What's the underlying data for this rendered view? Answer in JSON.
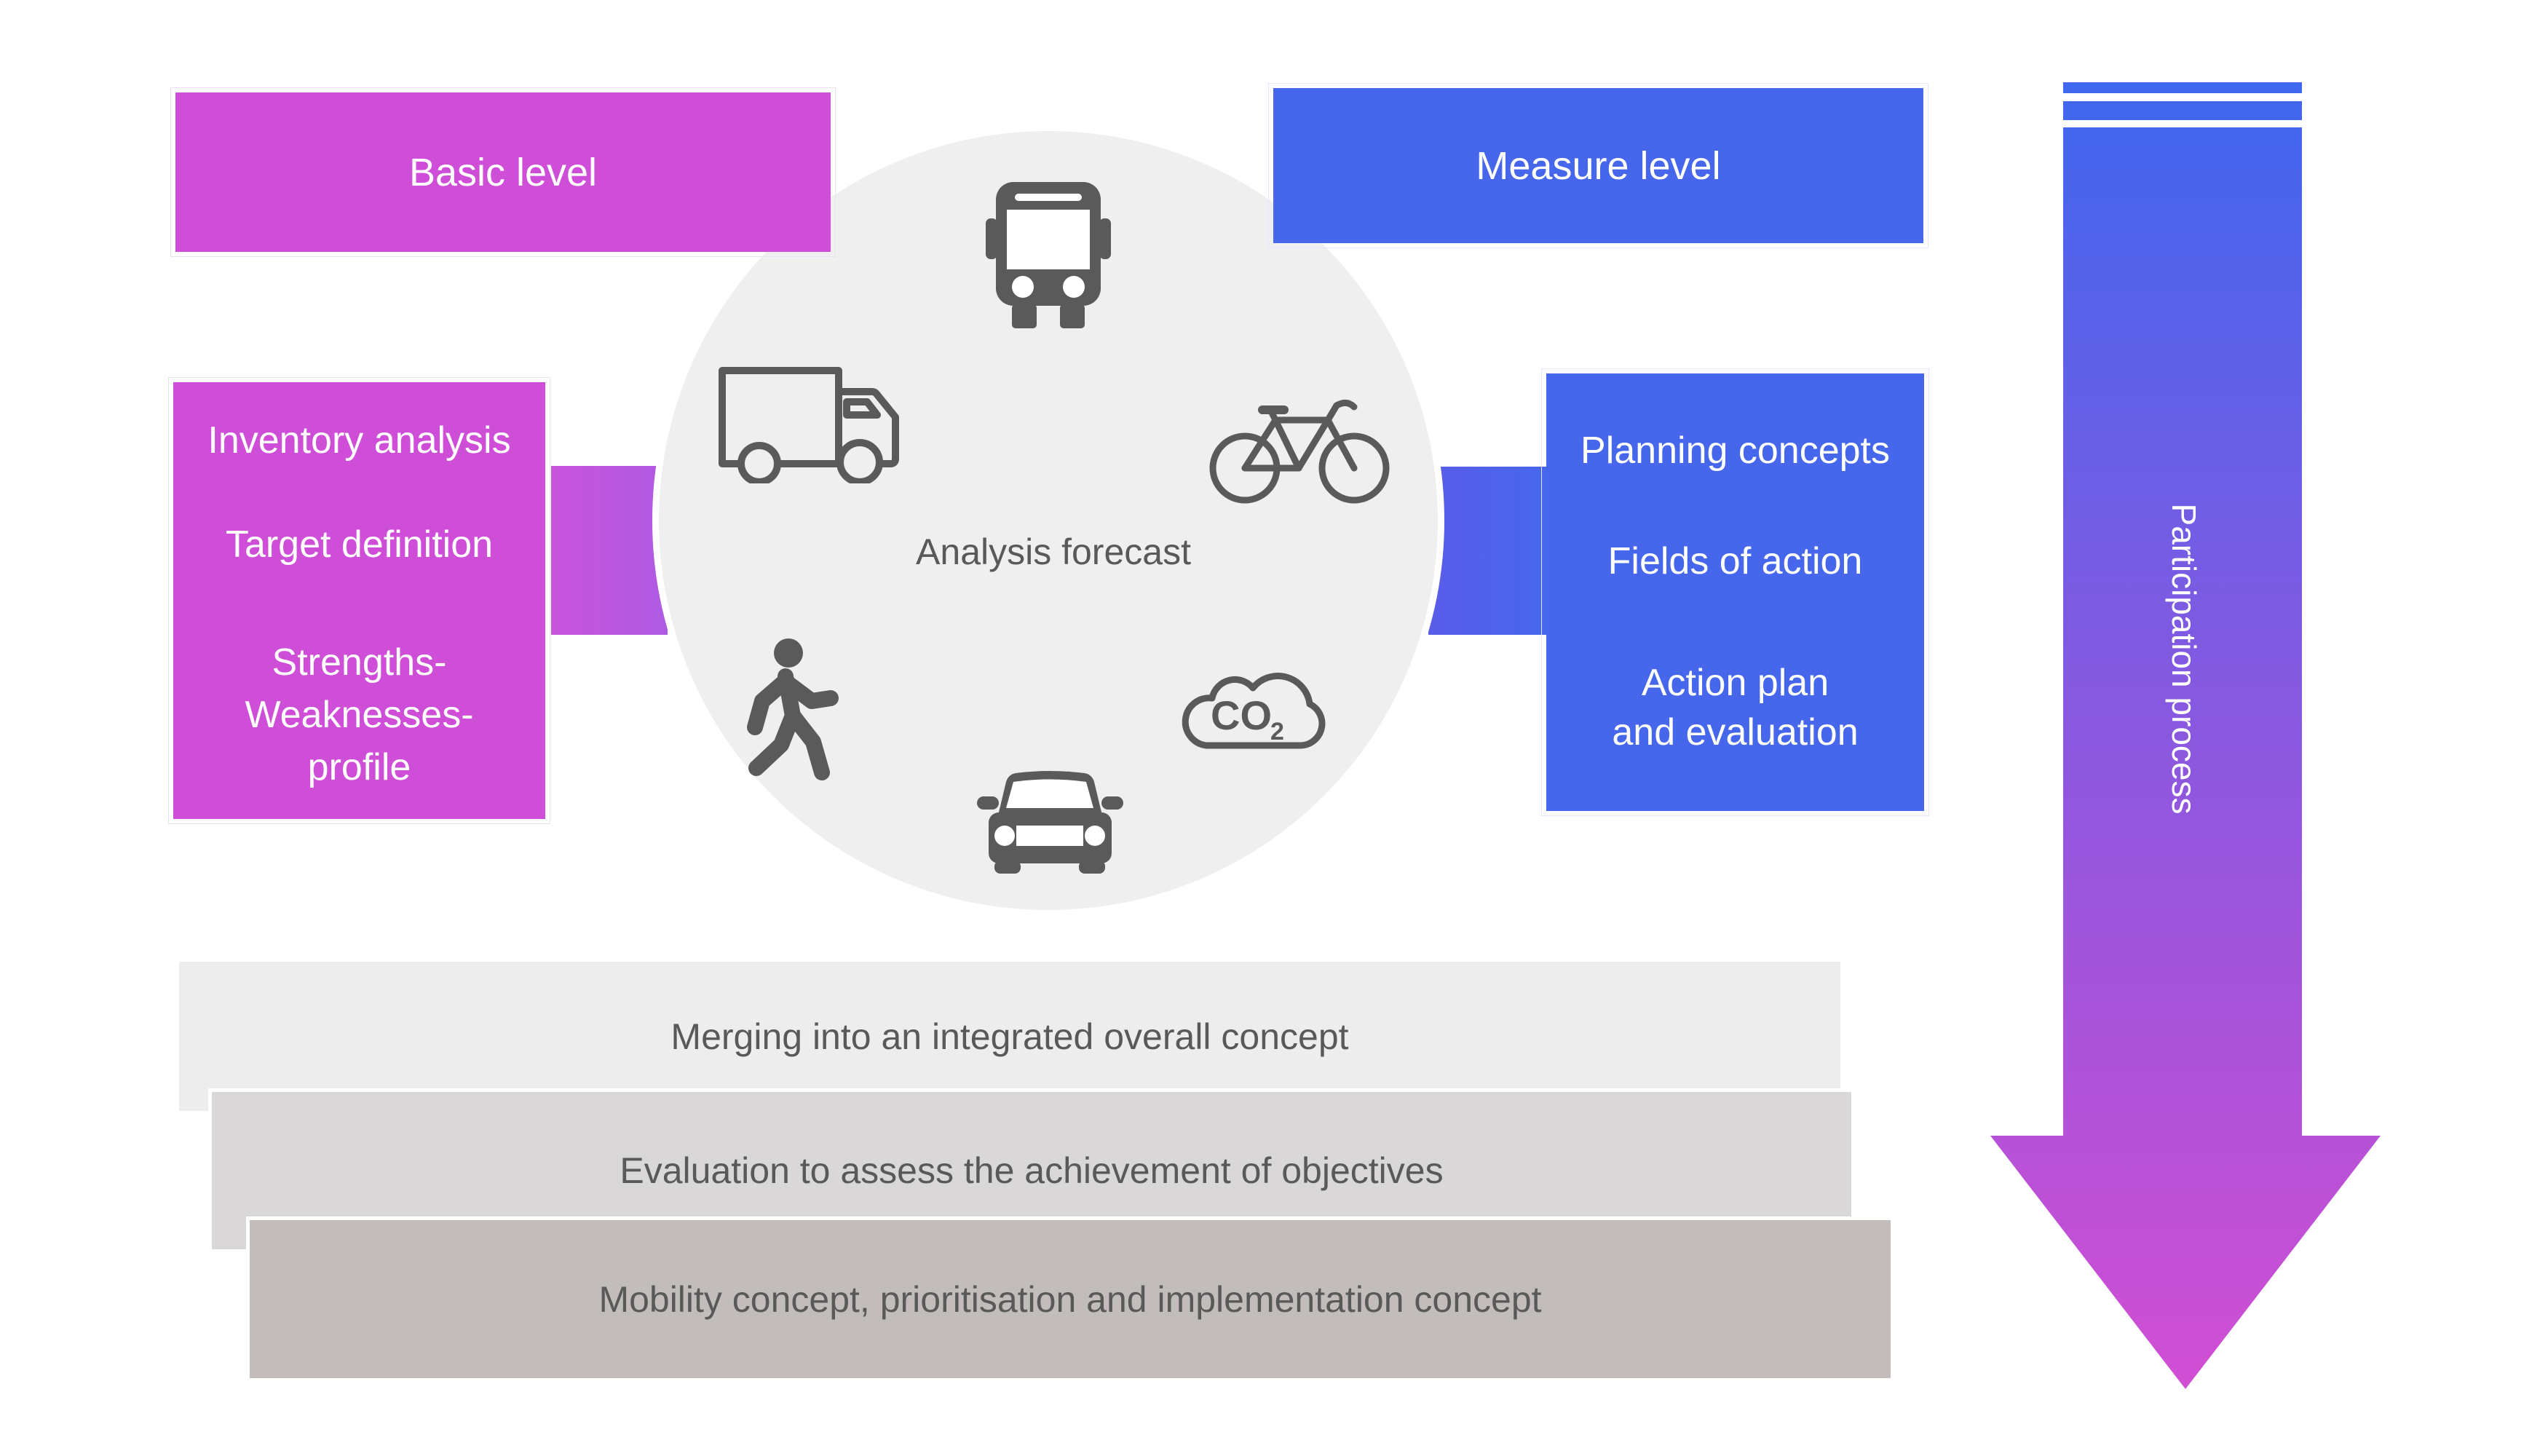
{
  "colors": {
    "magenta": "#CF4ED8",
    "blue": "#4667EC",
    "arrow_top": "#3F67EF",
    "arrow_mid": "#8A58DF",
    "arrow_bottom": "#D14ED3",
    "circle_fill": "#EFEFEF",
    "icon_gray": "#5A5A5A",
    "bar1_fill": "#EEEDED",
    "bar2_fill": "#D9D7D7",
    "bar3_fill": "#C2BDBB",
    "text_dark": "#595959",
    "text_light": "#FFFFFF"
  },
  "top_left_box": {
    "label": "Basic level"
  },
  "top_right_box": {
    "label": "Measure level"
  },
  "left_box": {
    "line1": "Inventory analysis",
    "line2": "Target definition",
    "line3a": "Strengths-",
    "line3b": "Weaknesses-",
    "line3c": "profile"
  },
  "circle": {
    "label": "Analysis forecast",
    "co2_label": "CO",
    "co2_sub": "2",
    "icons": [
      "bus-icon",
      "truck-icon",
      "bicycle-icon",
      "pedestrian-icon",
      "co2-cloud-icon",
      "car-icon"
    ]
  },
  "right_box": {
    "line1": "Planning concepts",
    "line2": "Fields of action",
    "line3a": "Action plan",
    "line3b": "and evaluation"
  },
  "bars": [
    {
      "label": "Merging into an integrated overall concept"
    },
    {
      "label": "Evaluation to assess the achievement of objectives"
    },
    {
      "label": "Mobility concept, prioritisation and implementation concept"
    }
  ],
  "arrow": {
    "label": "Participation process"
  }
}
